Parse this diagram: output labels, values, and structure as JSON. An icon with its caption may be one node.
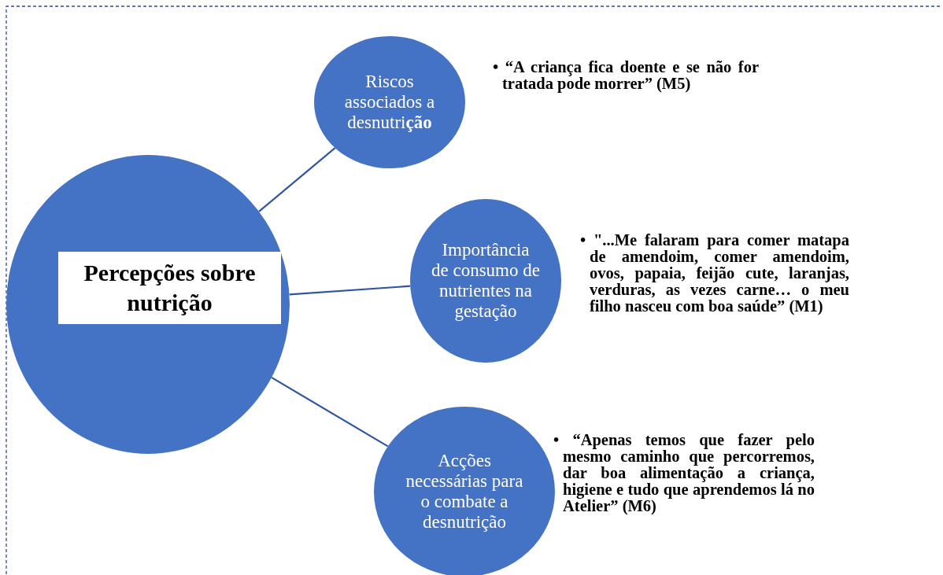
{
  "diagram": {
    "nodes": [
      {
        "text": [
          "Percepções sobre nutrição"
        ]
      },
      {
        "text": [
          "Riscos associados a desnutri**ção**"
        ],
        "beside": [
          "• “A criança fica doente e se não for tratada pode morrer” (M5)"
        ]
      },
      {
        "text": [
          "Importância de consumo de nutrientes na gestação"
        ],
        "beside": [
          "• \"...Me falaram para comer matapa de amendoim, comer amendoim, ovos, papaia, feijão cute, laranjas, verduras, as vezes carne… o meu filho nasceu com boa saúde” (M1)"
        ]
      },
      {
        "text": [
          "Acções necessárias para o combate a desnutrição"
        ],
        "beside": [
          "• “Apenas temos que fazer pelo mesmo caminho que percorremos, dar boa alimentação a criança, higiene e tudo que aprendemos lá no Atelier” (M6)"
        ]
      }
    ],
    "edges": [
      {
        "from": 0,
        "to": 1,
        "arrow": "none"
      },
      {
        "from": 0,
        "to": 2,
        "arrow": "none"
      },
      {
        "from": 0,
        "to": 3,
        "arrow": "none"
      }
    ]
  }
}
